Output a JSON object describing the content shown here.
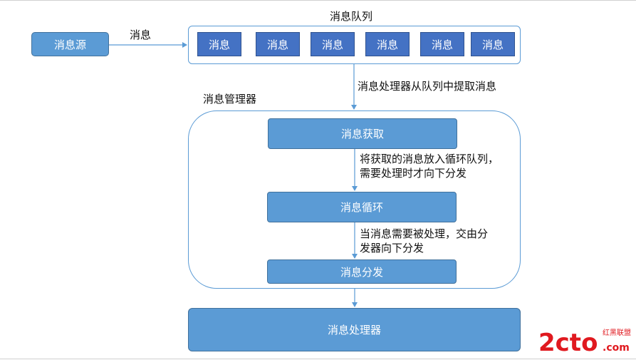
{
  "diagram": {
    "queue": {
      "title": "消息队列",
      "items": [
        "消息",
        "消息",
        "消息",
        "消息",
        "消息",
        "消息"
      ]
    },
    "source": {
      "label": "消息源",
      "edge_label": "消息"
    },
    "queue_to_manager_label": "消息处理器从队列中提取消息",
    "manager": {
      "title": "消息管理器",
      "fetch_label": "消息获取",
      "fetch_to_loop_label_line1": "将获取的消息放入循环队列，",
      "fetch_to_loop_label_line2": "需要处理时才向下分发",
      "loop_label": "消息循环",
      "loop_to_dispatch_label_line1": "当消息需要被处理，交由分",
      "loop_to_dispatch_label_line2": "发器向下分发",
      "dispatch_label": "消息分发"
    },
    "processor": {
      "label": "消息处理器"
    }
  },
  "watermark": {
    "logo_text": "2cto",
    "logo_suffix": ".com",
    "logo_tagline": "红黑联盟"
  },
  "colors": {
    "box_fill": "#5b9bd5",
    "box_border": "#41719c",
    "queue_item_fill": "#4472c4",
    "queue_item_border": "#2f528f",
    "container_border": "#5b9bd5",
    "arrow": "#5b9bd5",
    "watermark_red": "#e0191f"
  }
}
